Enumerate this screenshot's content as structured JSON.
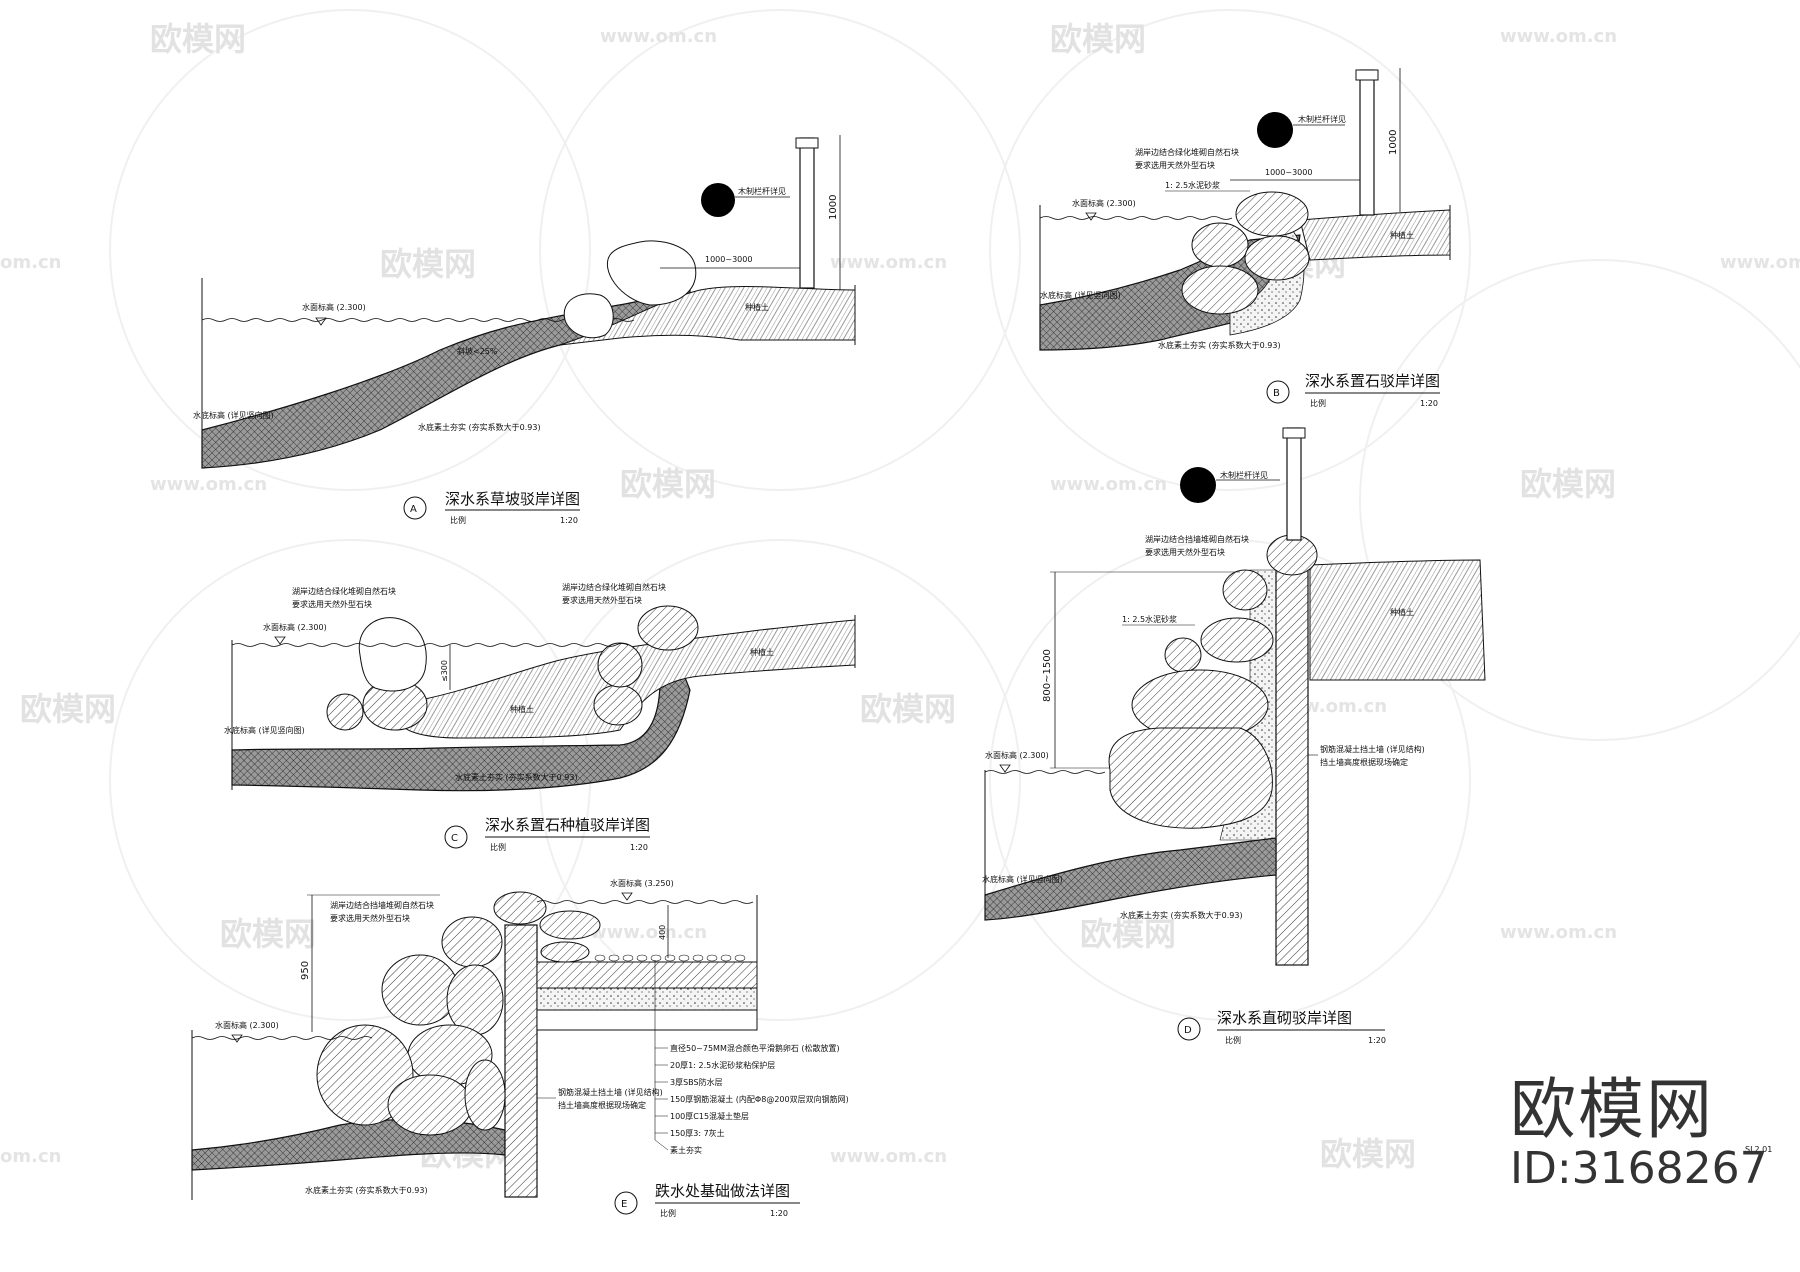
{
  "watermark": {
    "brand": "欧模网",
    "url": "www.om.cn",
    "url_short": "om.cn"
  },
  "brand_corner": {
    "logo": "欧模网",
    "id": "ID:3168267"
  },
  "sheet_no": "SL2.01",
  "detail_a": {
    "letter": "A",
    "title": "深水系草坡驳岸详图",
    "scale_label": "比例",
    "scale": "1:20",
    "water_level": "水面标高 (2.300)",
    "bottom_level": "水底标高 (详见竖向图)",
    "compaction": "水底素土夯实 (夯实系数大于0.93)",
    "railing": "木制栏杆详见",
    "slope": "斜坡<25%",
    "soil": "种植土",
    "dim_width": "1000~3000",
    "dim_height": "1000"
  },
  "detail_b": {
    "letter": "B",
    "title": "深水系置石驳岸详图",
    "scale_label": "比例",
    "scale": "1:20",
    "water_level": "水面标高 (2.300)",
    "bottom_level": "水底标高 (详见竖向图)",
    "compaction": "水底素土夯实 (夯实系数大于0.93)",
    "railing": "木制栏杆详见",
    "stone_note_1": "湖岸边结合绿化堆砌自然石块",
    "stone_note_2": "要求选用天然外型石块",
    "mortar": "1: 2.5水泥砂浆",
    "soil": "种植土",
    "dim_width": "1000~3000",
    "dim_height": "1000"
  },
  "detail_c": {
    "letter": "C",
    "title": "深水系置石种植驳岸详图",
    "scale_label": "比例",
    "scale": "1:20",
    "water_level": "水面标高 (2.300)",
    "bottom_level": "水底标高 (详见竖向图)",
    "compaction": "水底素土夯实 (夯实系数大于0.93)",
    "stone_note_1": "湖岸边结合绿化堆砌自然石块",
    "stone_note_2": "要求选用天然外型石块",
    "stone_note_3": "湖岸边结合绿化堆砌自然石块",
    "stone_note_4": "要求选用天然外型石块",
    "soil": "种植土",
    "dim_height": "≤300"
  },
  "detail_d": {
    "letter": "D",
    "title": "深水系直砌驳岸详图",
    "scale_label": "比例",
    "scale": "1:20",
    "water_level": "水面标高 (2.300)",
    "bottom_level": "水底标高 (详见竖向图)",
    "compaction": "水底素土夯实 (夯实系数大于0.93)",
    "railing": "木制栏杆详见",
    "stone_note_1": "湖岸边结合挡墙堆砌自然石块",
    "stone_note_2": "要求选用天然外型石块",
    "mortar": "1: 2.5水泥砂浆",
    "wall_note_1": "钢筋混凝土挡土墙 (详见结构)",
    "wall_note_2": "挡土墙高度根据现场确定",
    "soil": "种植土",
    "dim_height": "800~1500"
  },
  "detail_e": {
    "letter": "E",
    "title": "跌水处基础做法详图",
    "scale_label": "比例",
    "scale": "1:20",
    "water_level_top": "水面标高 (3.250)",
    "water_level": "水面标高 (2.300)",
    "compaction": "水底素土夯实 (夯实系数大于0.93)",
    "stone_note_1": "湖岸边结合挡墙堆砌自然石块",
    "stone_note_2": "要求选用天然外型石块",
    "wall_note_1": "钢筋混凝土挡土墙 (详见结构)",
    "wall_note_2": "挡土墙高度根据现场确定",
    "dim_height": "950",
    "dim_top": "400",
    "layers": [
      "直径50~75MM混合颜色平滑鹅卵石 (松散放置)",
      "20厚1: 2.5水泥砂浆粘保护层",
      "3厚SBS防水层",
      "150厚钢筋混凝土 (内配Φ8@200双层双向钢筋网)",
      "100厚C15混凝土垫层",
      "150厚3: 7灰土",
      "素土夯实"
    ]
  }
}
